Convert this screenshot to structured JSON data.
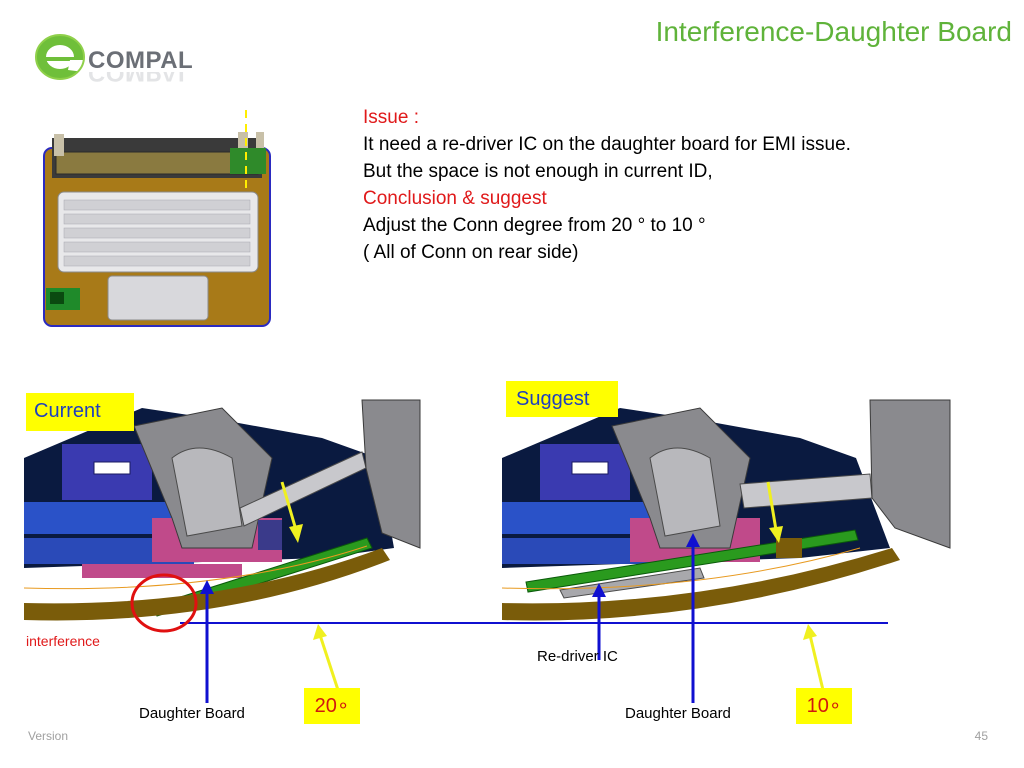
{
  "slide": {
    "title": "Interference-Daughter Board",
    "logo_text": "COMPAL",
    "issue": {
      "heading": "Issue :",
      "line1": "It need a re-driver IC on the daughter board for EMI issue.",
      "line2": "But the space is not enough in current ID,",
      "conclusion_heading": "Conclusion & suggest",
      "line3": "Adjust the Conn degree from 20 ° to 10 °",
      "line4": "( All of Conn on rear side)"
    },
    "current_label": "Current",
    "suggest_label": "Suggest",
    "interference_label": "interference",
    "redriver_label": "Re-driver IC",
    "daughter_board_left": "Daughter Board",
    "daughter_board_right": "Daughter Board",
    "degree_left": "20∘",
    "degree_right": "10∘",
    "footer_version": "Version",
    "page_number": "45"
  },
  "colors": {
    "title": "#5fb33a",
    "label_background": "#ffff00",
    "label_text": "#1f3fbf",
    "red_text": "#e0191a",
    "chassis_brown": "#7a5c0a",
    "board_green": "#2a9a1e",
    "arrow_blue": "#1010d0",
    "arrow_yellow": "#f0f020"
  }
}
